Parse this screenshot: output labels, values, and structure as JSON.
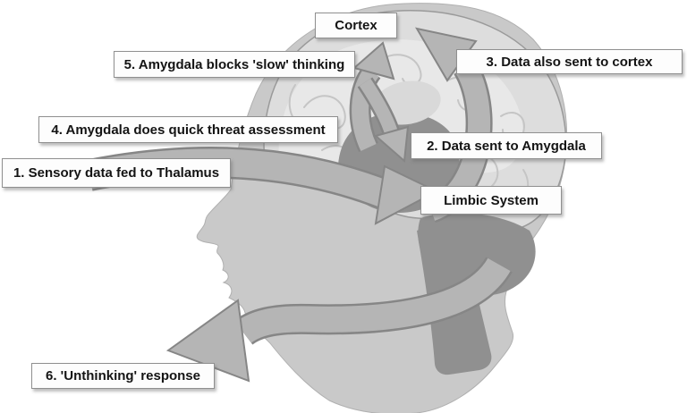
{
  "diagram": {
    "type": "brain-amygdala-hijack-pathway",
    "labels": {
      "cortex": {
        "text": "Cortex"
      },
      "limbic": {
        "text": "Limbic System"
      },
      "step1": {
        "text": "1. Sensory data fed to Thalamus"
      },
      "step2": {
        "text": "2. Data sent to Amygdala"
      },
      "step3": {
        "text": "3. Data also sent to cortex"
      },
      "step4": {
        "text": "4. Amygdala does quick threat assessment"
      },
      "step5": {
        "text": "5. Amygdala blocks 'slow' thinking"
      },
      "step6": {
        "text": "6. 'Unthinking' response"
      }
    },
    "colors": {
      "background": "#ffffff",
      "head_silhouette": "#c9c9c9",
      "brain_outer": "#dddddd",
      "brain_inner": "#e8e8e8",
      "brain_fold_lines": "#c5c5c5",
      "limbic_dark": "#909090",
      "thalamus_light": "#d9d9d9",
      "arrow_fill": "#b5b5b5",
      "arrow_outline": "#868686",
      "label_background": "#fdfdfd",
      "label_border": "#8f8f8f",
      "label_text": "#141414"
    }
  }
}
